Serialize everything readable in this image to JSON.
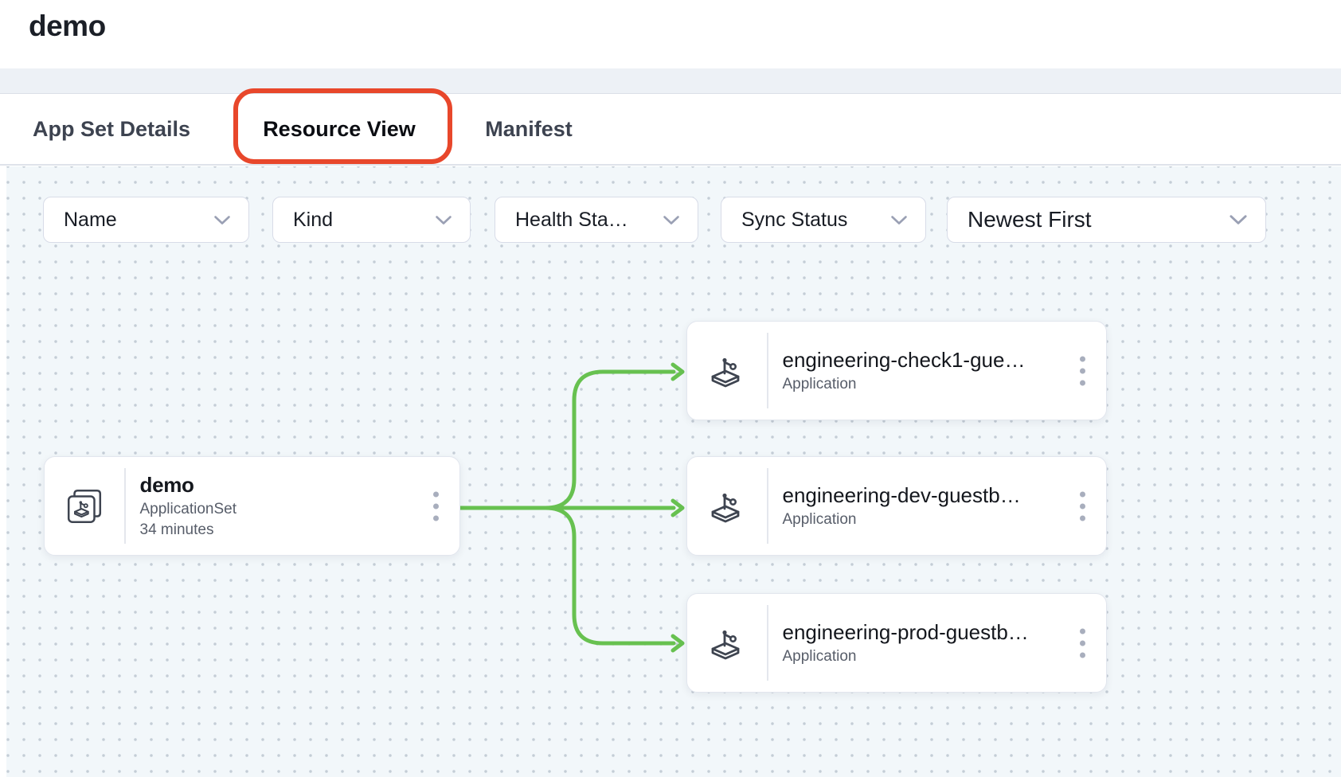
{
  "header": {
    "title": "demo"
  },
  "tabs": {
    "app_set_details": "App Set Details",
    "resource_view": "Resource View",
    "manifest": "Manifest"
  },
  "filters": {
    "name": "Name",
    "kind": "Kind",
    "health_status": "Health Sta…",
    "sync_status": "Sync Status",
    "sort_order": "Newest First"
  },
  "graph": {
    "root": {
      "title": "demo",
      "kind": "ApplicationSet",
      "age": "34 minutes"
    },
    "children": [
      {
        "title": "engineering-check1-gue…",
        "kind": "Application"
      },
      {
        "title": "engineering-dev-guestb…",
        "kind": "Application"
      },
      {
        "title": "engineering-prod-guestb…",
        "kind": "Application"
      }
    ]
  },
  "colors": {
    "accent-green": "#67c150",
    "annotation-red": "#e8472b",
    "underline-blue": "#3170e0",
    "icon-slate": "#3e4450"
  }
}
